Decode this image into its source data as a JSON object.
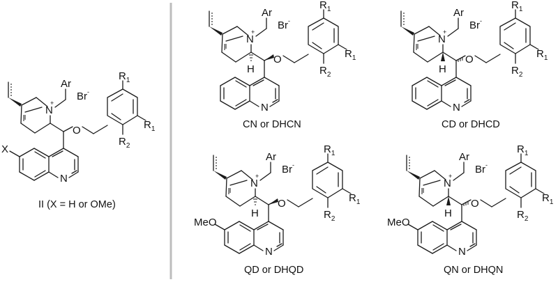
{
  "figure": {
    "divider_color": "#bdbdbd",
    "ink_color": "#1a1a1a"
  },
  "atoms": {
    "ar": "Ar",
    "n": "N",
    "n_plus": "+",
    "br": "Br",
    "br_minus": "-",
    "o": "O",
    "r": "R",
    "r1_sub": "1",
    "r2_sub": "2",
    "h": "H",
    "quinoline_n": "N",
    "x": "X",
    "meo": "MeO"
  },
  "structures": [
    {
      "id": "II",
      "caption": "II (X = H or OMe)",
      "substituent": "X",
      "stereo": "none"
    },
    {
      "id": "CN",
      "caption": "CN or DHCN",
      "substituent": "",
      "stereo": "CN"
    },
    {
      "id": "CD",
      "caption": "CD or DHCD",
      "substituent": "",
      "stereo": "CD"
    },
    {
      "id": "QD",
      "caption": "QD or DHQD",
      "substituent": "MeO",
      "stereo": "QD"
    },
    {
      "id": "QN",
      "caption": "QN or DHQN",
      "substituent": "MeO",
      "stereo": "QN"
    }
  ]
}
